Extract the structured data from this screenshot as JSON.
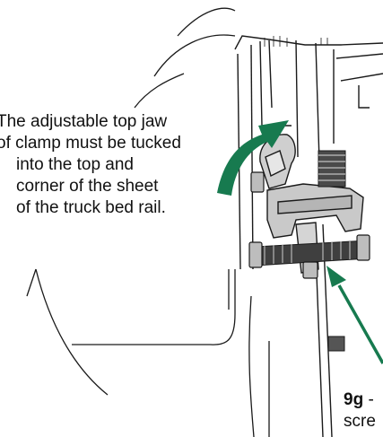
{
  "caption": {
    "lines": [
      "The adjustable top jaw",
      "of clamp must be tucked",
      "into the top and",
      "corner of the sheet",
      "of the truck bed rail."
    ]
  },
  "callout": {
    "id": "9g",
    "separator": " - ",
    "continuation": "scre"
  },
  "colors": {
    "arrow": "#177a4f",
    "line": "#1a1a1a",
    "metal": "#c9c9c9"
  }
}
